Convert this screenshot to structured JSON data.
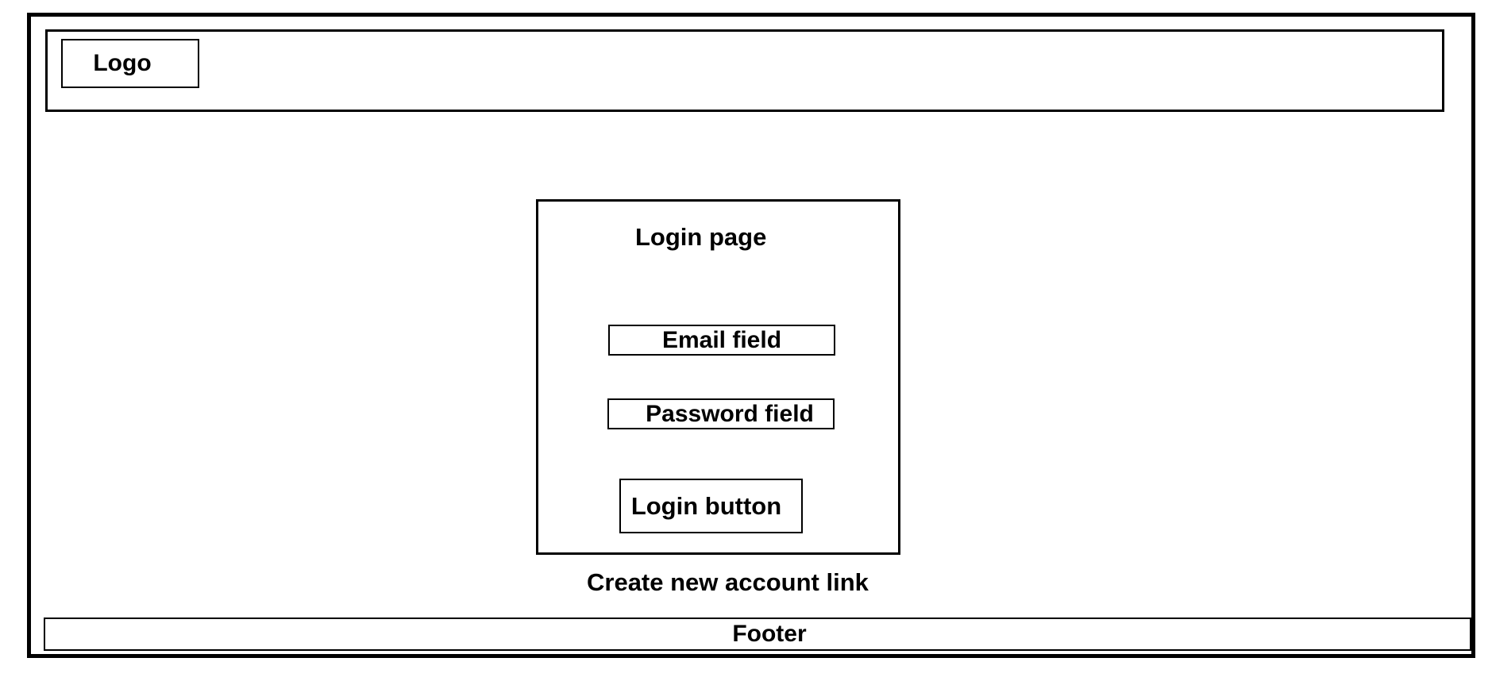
{
  "header": {
    "logo_label": "Logo"
  },
  "login_card": {
    "title": "Login page",
    "email_label": "Email field",
    "password_label": "Password field",
    "button_label": "Login button"
  },
  "create_account_link": "Create new account link",
  "footer": {
    "label": "Footer"
  }
}
